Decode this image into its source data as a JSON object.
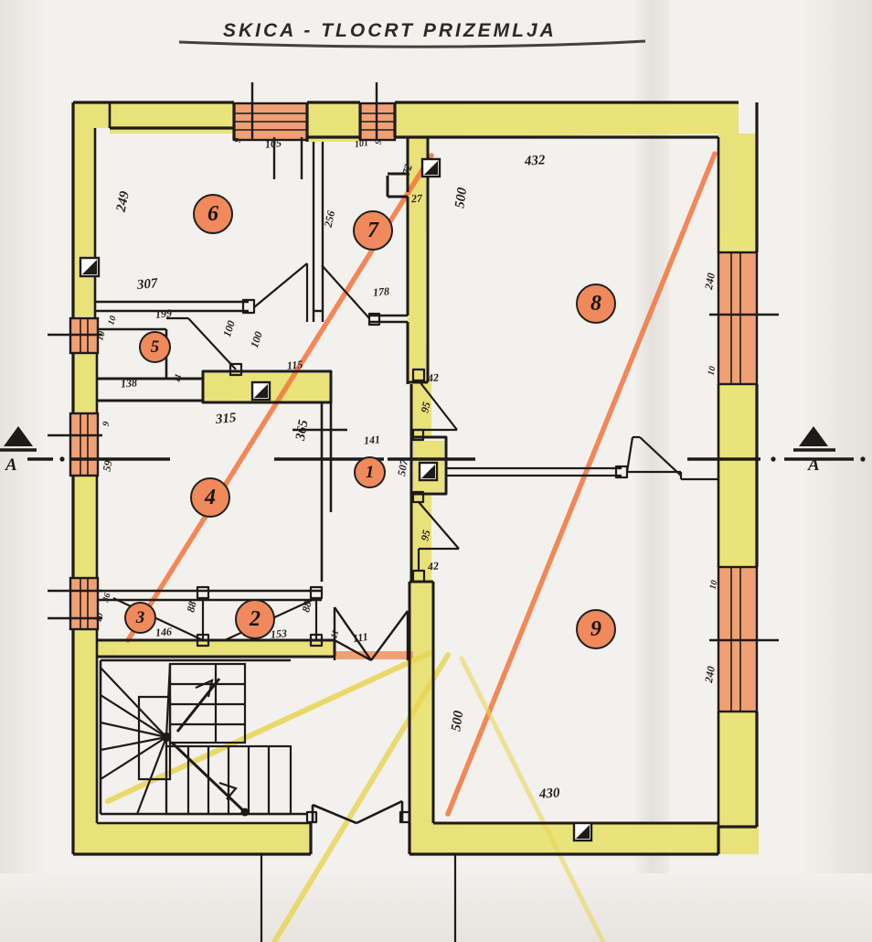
{
  "document": {
    "title": "SKICA - TLOCRT PRIZEMLJA",
    "kind": "hand-drawn-floor-plan",
    "language_note": "Croatian: Sketch - Ground Floor Plan"
  },
  "section_marks": {
    "left_label": "A",
    "right_label": "A"
  },
  "rooms": [
    {
      "id": "1",
      "label": "1"
    },
    {
      "id": "2",
      "label": "2"
    },
    {
      "id": "3",
      "label": "3"
    },
    {
      "id": "4",
      "label": "4"
    },
    {
      "id": "5",
      "label": "5"
    },
    {
      "id": "6",
      "label": "6"
    },
    {
      "id": "7",
      "label": "7"
    },
    {
      "id": "8",
      "label": "8"
    },
    {
      "id": "9",
      "label": "9"
    }
  ],
  "dimensions": {
    "top_window_left": "9",
    "top_window_width": "105",
    "top_window_right": "101",
    "top_window_right_small": "9",
    "room6_left_wall": "249",
    "room6_bottom": "307",
    "room5_top": "199",
    "room5_door_a": "100",
    "room5_door_b": "100",
    "room5_bottom": "138",
    "room5_right_small": "11",
    "left_window_upper_a": "10",
    "left_window_upper_b": "10",
    "left_window_mid": "9",
    "left_window_lower": "59",
    "room7_left": "72",
    "room7_step": "27",
    "room7_bottom": "178",
    "corridor_115": "115",
    "corridor_315": "315",
    "corridor_365": "365",
    "room8_top": "432",
    "room8_left": "500",
    "room1_top": "141",
    "room1_height": "507",
    "door_upper_95": "95",
    "door_upper_42": "42",
    "door_lower_95": "95",
    "door_lower_42": "42",
    "room7_vert_256": "256",
    "room3_width": "146",
    "room3_door": "88",
    "room2_width": "153",
    "room2_door": "88",
    "bottom_door_11": "11",
    "bottom_door_111": "111",
    "room3_left_small": "36",
    "room3_left_small2": "10",
    "room9_bottom": "430",
    "room9_left": "500",
    "right_window_upper": "240",
    "right_window_upper_small": "10",
    "right_window_lower_small": "10",
    "right_window_lower": "240"
  },
  "colors": {
    "wall_fill_yellow": "#e8e06a",
    "window_fill_orange": "#f0a074",
    "room_marker_orange": "#f0895c",
    "ink": "#1d1b18",
    "diagonal_orange": "#f2743c",
    "diagonal_yellow": "#e7d64a",
    "paper": "#f3f1ee"
  }
}
